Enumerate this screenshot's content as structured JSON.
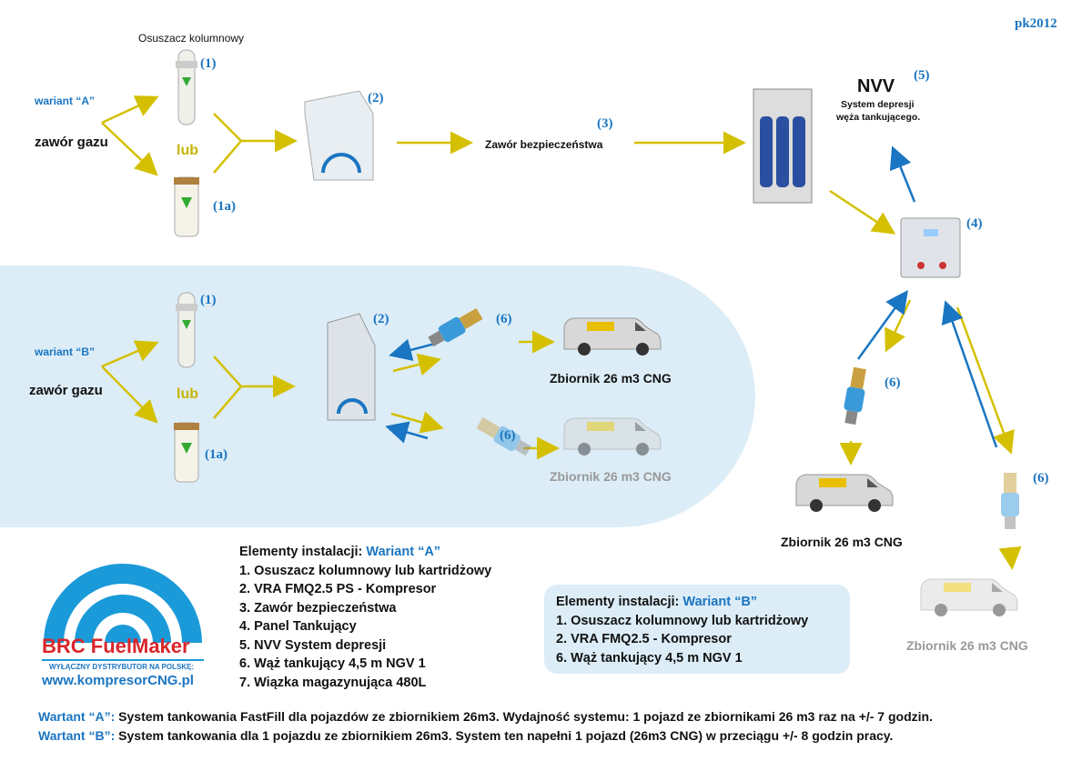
{
  "corner_label": "pk2012",
  "colors": {
    "accent_blue": "#1a75c2",
    "arrow_yellow": "#d4c000",
    "region_bg": "#dcedf7",
    "brand_red": "#d9262b"
  },
  "variant_a": {
    "heading": "Osuszacz kolumnowy",
    "label": "wariant “A”",
    "source": "zawór gazu",
    "or": "lub",
    "n1": "(1)",
    "n1a": "(1a)",
    "n2": "(2)",
    "n3": "(3)",
    "valve": "Zawór bezpieczeństwa",
    "nvv": "NVV",
    "n5": "(5)",
    "nvv_desc1": "System depresji",
    "nvv_desc2": "węża tankującego.",
    "n4": "(4)"
  },
  "variant_b": {
    "label": "wariant “B”",
    "source": "zawór gazu",
    "or": "lub",
    "n1": "(1)",
    "n1a": "(1a)",
    "n2": "(2)",
    "n6a": "(6)",
    "n6b": "(6)",
    "tank1": "Zbiornik 26 m3 CNG",
    "tank2": "Zbiornik 26 m3 CNG"
  },
  "right": {
    "n6a": "(6)",
    "n6b": "(6)",
    "tank1": "Zbiornik 26 m3 CNG",
    "tank2": "Zbiornik 26 m3 CNG"
  },
  "logo": {
    "brand": "BRC FuelMaker",
    "tagline": "WYŁĄCZNY DYSTRYBUTOR NA POLSKĘ:",
    "url": "www.kompresorCNG.pl"
  },
  "list_a": {
    "title": "Elementy instalacji: ",
    "variant": "Wariant “A”",
    "items": [
      "1. Osuszacz kolumnowy lub kartridżowy",
      "2. VRA FMQ2.5 PS - Kompresor",
      "3. Zawór bezpieczeństwa",
      "4. Panel Tankujący",
      "5. NVV System depresji",
      "6. Wąż tankujący 4,5 m NGV 1",
      "7. Wiązka magazynująca 480L"
    ]
  },
  "list_b": {
    "title": "Elementy instalacji: ",
    "variant": "Wariant “B”",
    "items": [
      "1. Osuszacz kolumnowy lub kartridżowy",
      "2. VRA FMQ2.5  - Kompresor",
      "6. Wąż tankujący 4,5 m NGV 1"
    ]
  },
  "footer": {
    "a_label": "Wartant “A”:",
    "a_text": " System tankowania FastFill dla pojazdów ze zbiornikiem 26m3. Wydajność systemu: 1 pojazd ze zbiornikami 26 m3 raz na +/- 7 godzin.",
    "b_label": "Wartant “B”:",
    "b_text": " System tankowania dla 1 pojazdu ze zbiornikiem 26m3. System ten napełni 1 pojazd (26m3 CNG) w przeciągu +/- 8 godzin pracy."
  }
}
